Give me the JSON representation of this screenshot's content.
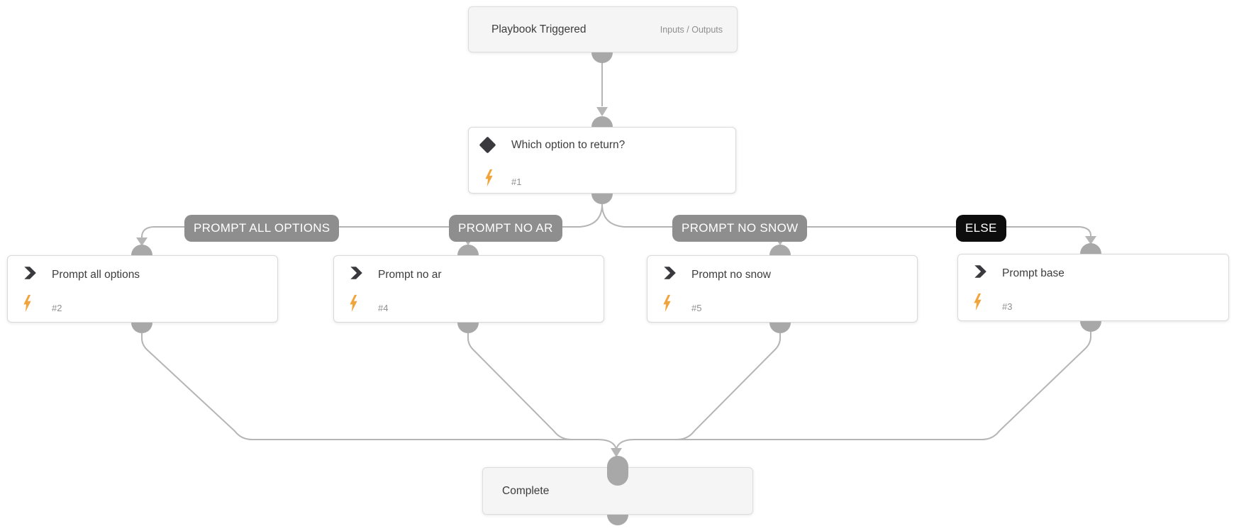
{
  "app": {
    "view": "playbook-editor-canvas"
  },
  "colors": {
    "edge": "#b5b5b5",
    "connector": "#a8a8a8",
    "badge_bg": "#8e8e8e",
    "badge_else_bg": "#0d0d0d",
    "bolt_orange": "#F2A43C",
    "icon_dark": "#3a3a3e",
    "muted_text": "#8f8f8f",
    "title_text": "#3d3d3d"
  },
  "nodes": [
    {
      "id": "start",
      "type": "start",
      "title": "Playbook Triggered",
      "right_label": "Inputs / Outputs"
    },
    {
      "id": "decision",
      "type": "decision",
      "title": "Which option to return?",
      "ref": "#1"
    },
    {
      "id": "prompt-all-options",
      "type": "action",
      "title": "Prompt all options",
      "ref": "#2"
    },
    {
      "id": "prompt-no-ar",
      "type": "action",
      "title": "Prompt no ar",
      "ref": "#4"
    },
    {
      "id": "prompt-no-snow",
      "type": "action",
      "title": "Prompt no snow",
      "ref": "#5"
    },
    {
      "id": "prompt-base",
      "type": "action",
      "title": "Prompt base",
      "ref": "#3"
    },
    {
      "id": "complete",
      "type": "end",
      "title": "Complete"
    }
  ],
  "branch_labels": [
    {
      "label": "PROMPT ALL OPTIONS"
    },
    {
      "label": "PROMPT NO AR"
    },
    {
      "label": "PROMPT NO SNOW"
    },
    {
      "label": "ELSE"
    }
  ]
}
